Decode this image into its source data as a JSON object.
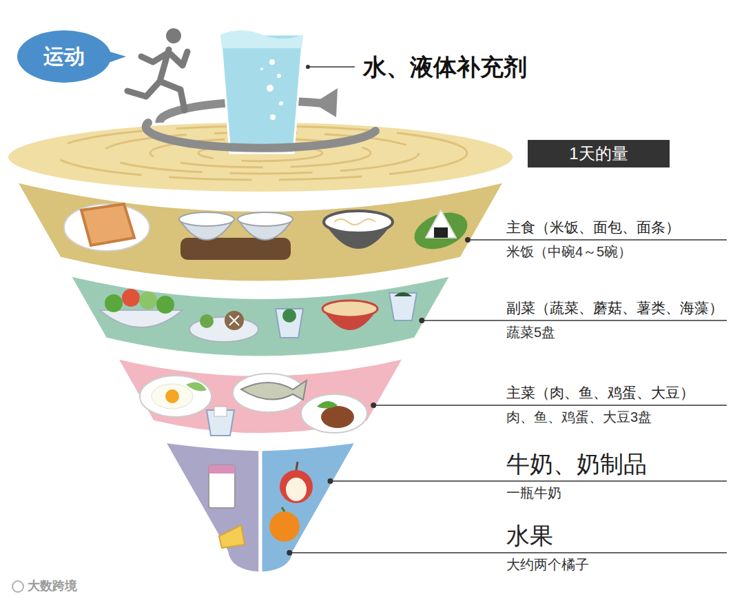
{
  "diagram": {
    "nodes": [
      {
        "text": [
          "运动"
        ]
      },
      {
        "text": [
          "1天的量"
        ]
      }
    ],
    "labels": [
      "水、液体补充剂",
      "主食（米饭、面包、面条）",
      "米饭（中碗4～5碗）",
      "副菜（蔬菜、蘑菇、薯类、海藻）",
      "蔬菜5盘",
      "主菜（肉、鱼、鸡蛋、大豆）",
      "肉、鱼、鸡蛋、大豆3盘",
      "牛奶、奶制品",
      "一瓶牛奶",
      "水果",
      "大约两个橘子",
      "大数跨境"
    ]
  }
}
